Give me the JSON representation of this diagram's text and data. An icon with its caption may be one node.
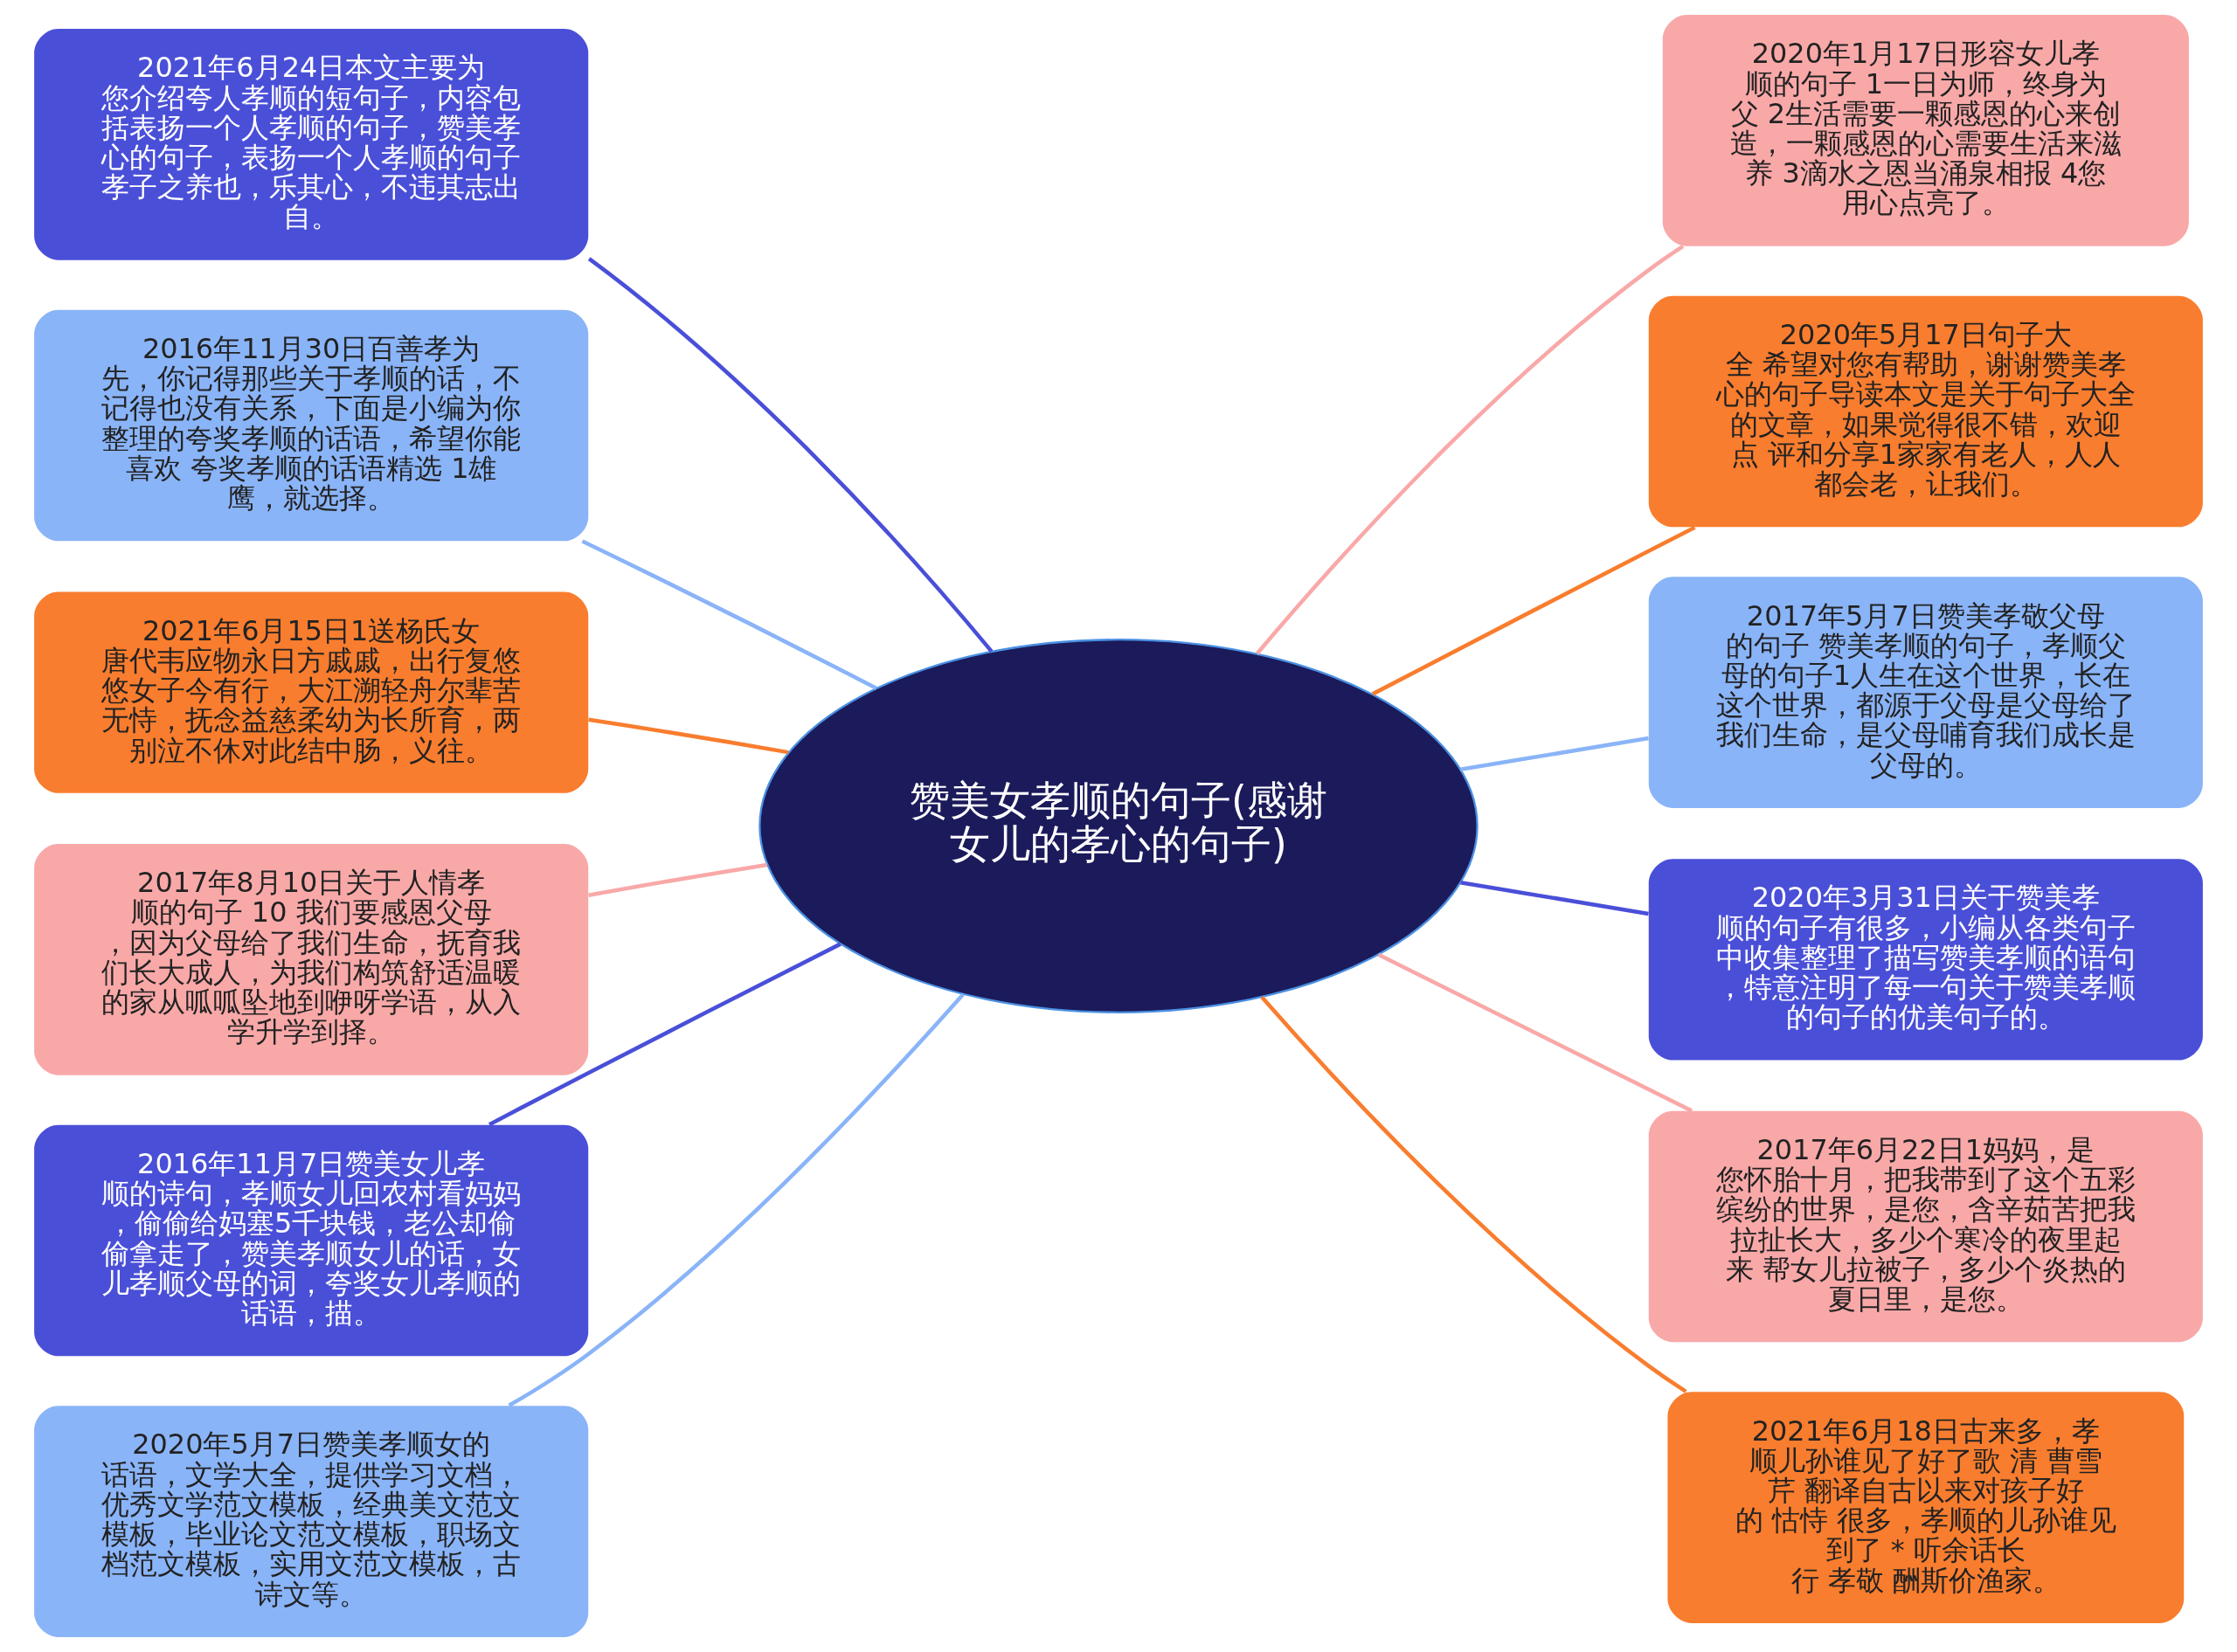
{
  "diagram": {
    "nodes": [
      {
        "text": [
          "赞美女孝顺的句子(感谢女儿的孝心的句子)"
        ]
      },
      {
        "text": [
          "2021年6月24日本文主要为您介绍夸人孝顺的短句子，内容包括表扬一个人孝顺的句子，赞美孝心的句子，表扬一个人孝顺的句子孝子之养也，乐其心，不违其志出自。"
        ]
      },
      {
        "text": [
          "2016年11月30日百善孝为先，你记得那些关于孝顺的话，不记得也没有关系，下面是小编为你整理的夸奖孝顺的话语，希望你能喜欢 夸奖孝顺的话语精选 1雄鹰，就选择。"
        ]
      },
      {
        "text": [
          "2021年6月15日1送杨氏女唐代韦应物永日方戚戚，出行复悠悠女子今有行，大江溯轻舟尔辈苦无恃，抚念益慈柔幼为长所育，两别泣不休对此结中肠，义往。"
        ]
      },
      {
        "text": [
          "2017年8月10日关于人情孝顺的句子 10 我们要感恩父母，因为父母给了我们生命，抚育我们长大成人，为我们构筑舒适温暖的家从呱呱坠地到咿呀学语，从入学升学到择。"
        ]
      },
      {
        "text": [
          "2016年11月7日赞美女儿孝顺的诗句，孝顺女儿回农村看妈妈，偷偷给妈塞5千块钱，老公却偷偷拿走了，赞美孝顺女儿的话，女儿孝顺父母的词，夸奖女儿孝顺的话语，描。"
        ]
      },
      {
        "text": [
          "2020年5月7日赞美孝顺女的话语，文学大全，提供学习文档，优秀文学范文模板，经典美文范文模板，毕业论文范文模板，职场文档范文模板，实用文范文模板，古诗文等。"
        ]
      },
      {
        "text": [
          "2020年1月17日形容女儿孝顺的句子 1一日为师，终身为父 2生活需要一颗感恩的心来创造，一颗感恩的心需要生活来滋养 3滴水之恩当涌泉相报 4您用心点亮了。"
        ]
      },
      {
        "text": [
          "2020年5月17日句子大全 希望对您有帮助，谢谢赞美孝心的句子导读本文是关于句子大全的文章，如果觉得很不错，欢迎点 评和分享1家家有老人，人人都会老，让我们。"
        ]
      },
      {
        "text": [
          "2017年5月7日赞美孝敬父母的句子 赞美孝顺的句子，孝顺父母的句子1人生在这个世界，长在这个世界，都源于父母是父母给了我们生命，是父母哺育我们成长是父母的。"
        ]
      },
      {
        "text": [
          "2020年3月31日关于赞美孝顺的句子有很多，小编从各类句子中收集整理了描写赞美孝顺的语句，特意注明了每一句关于赞美孝顺的句子的优美句子的。"
        ]
      },
      {
        "text": [
          "2017年6月22日1妈妈，是您怀胎十月，把我带到了这个五彩缤纷的世界，是您，含辛茹苦把我拉扯长大，多少个寒冷的夜里起来 帮女儿拉被子，多少个炎热的夏日里，是您。"
        ]
      },
      {
        "text": [
          "2021年6月18日古来多，孝顺儿孙谁见了好了歌 清 曹雪芹 翻译自古以来对孩子好的 怙恃 很多，孝顺的儿孙谁见到了 * 听余话长行 孝敬 酬斯价渔家。"
        ]
      }
    ],
    "edges": [
      {
        "from": 0,
        "to": 1,
        "arrow": "none",
        "color": "#4a4fd8"
      },
      {
        "from": 0,
        "to": 2,
        "arrow": "none",
        "color": "#8ab4f8"
      },
      {
        "from": 0,
        "to": 3,
        "arrow": "none",
        "color": "#f97d2e"
      },
      {
        "from": 0,
        "to": 4,
        "arrow": "none",
        "color": "#f9a8a8"
      },
      {
        "from": 0,
        "to": 5,
        "arrow": "none",
        "color": "#4a4fd8"
      },
      {
        "from": 0,
        "to": 6,
        "arrow": "none",
        "color": "#8ab4f8"
      },
      {
        "from": 0,
        "to": 7,
        "arrow": "none",
        "color": "#f9a8a8"
      },
      {
        "from": 0,
        "to": 8,
        "arrow": "none",
        "color": "#f97d2e"
      },
      {
        "from": 0,
        "to": 9,
        "arrow": "none",
        "color": "#8ab4f8"
      },
      {
        "from": 0,
        "to": 10,
        "arrow": "none",
        "color": "#4a4fd8"
      },
      {
        "from": 0,
        "to": 11,
        "arrow": "none",
        "color": "#f9a8a8"
      },
      {
        "from": 0,
        "to": 12,
        "arrow": "none",
        "color": "#f97d2e"
      }
    ]
  }
}
